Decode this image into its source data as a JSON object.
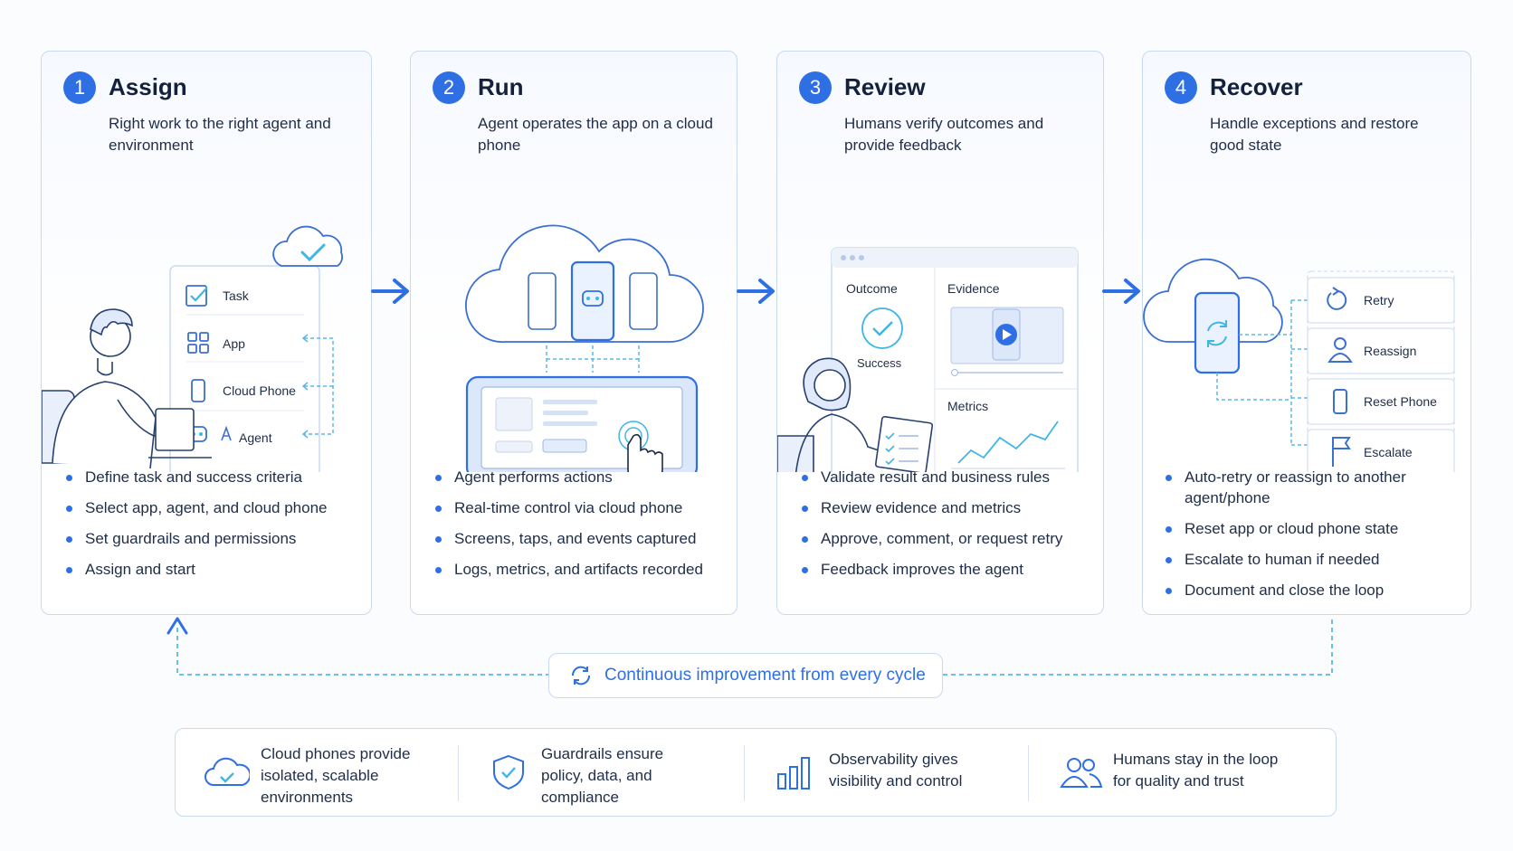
{
  "stages": [
    {
      "number": "1",
      "title": "Assign",
      "subtitle": "Right work to the right agent and environment",
      "illustration": {
        "items": [
          "Task",
          "App",
          "Cloud Phone",
          "Agent"
        ]
      },
      "bullets": [
        "Define task and success criteria",
        "Select app, agent, and cloud phone",
        "Set guardrails and permissions",
        "Assign and start"
      ]
    },
    {
      "number": "2",
      "title": "Run",
      "subtitle": "Agent operates the app on a cloud phone",
      "bullets": [
        "Agent performs actions",
        "Real-time control via cloud phone",
        "Screens, taps, and events captured",
        "Logs, metrics, and artifacts recorded"
      ]
    },
    {
      "number": "3",
      "title": "Review",
      "subtitle": "Humans verify outcomes and provide feedback",
      "illustration": {
        "outcome": "Outcome",
        "status": "Success",
        "evidence": "Evidence",
        "metrics": "Metrics"
      },
      "bullets": [
        "Validate result and business rules",
        "Review evidence and metrics",
        "Approve, comment, or request retry",
        "Feedback improves the agent"
      ]
    },
    {
      "number": "4",
      "title": "Recover",
      "subtitle": "Handle exceptions and restore good state",
      "illustration": {
        "actions": [
          "Retry",
          "Reassign",
          "Reset Phone",
          "Escalate"
        ]
      },
      "bullets": [
        "Auto-retry or reassign to another agent/phone",
        "Reset app or cloud phone state",
        "Escalate to human if needed",
        "Document and close the loop"
      ]
    }
  ],
  "loop_label": "Continuous improvement from every cycle",
  "features": [
    {
      "icon": "cloud-check-icon",
      "text": "Cloud phones provide isolated, scalable environments"
    },
    {
      "icon": "shield-check-icon",
      "text": "Guardrails ensure policy, data, and compliance"
    },
    {
      "icon": "bar-chart-icon",
      "text": "Observability gives visibility and control"
    },
    {
      "icon": "people-icon",
      "text": "Humans stay in the loop for quality and trust"
    }
  ],
  "colors": {
    "accent": "#2f6fe4",
    "border": "#c9d9f2",
    "dashed": "#59b8e8",
    "text": "#1c2a44"
  }
}
